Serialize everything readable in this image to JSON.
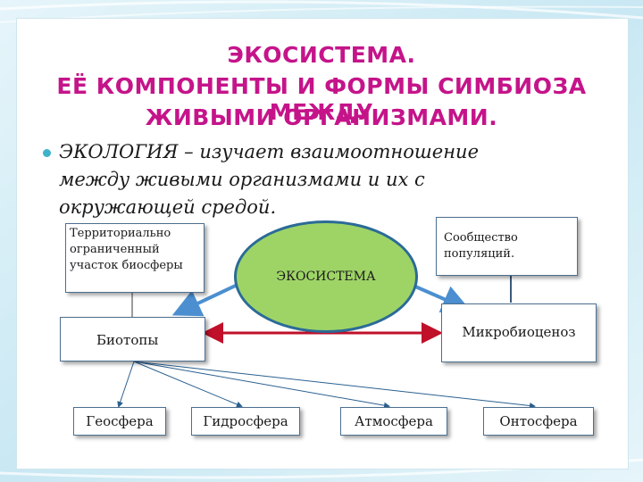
{
  "title_lines": [
    "ЭКОСИСТЕМА.",
    "ЕЁ КОМПОНЕНТЫ И ФОРМЫ СИМБИОЗА МЕЖДУ",
    "ЖИВЫМИ ОРГАНИЗМАМИ."
  ],
  "intro": {
    "term": "ЭКОЛОГИЯ",
    "rest_line1": " – изучает взаимоотношение",
    "line2": "между живыми организмами и их с",
    "line3": "окружающей средой."
  },
  "nodes": {
    "territory": "Территориально ограниченный участок биосферы",
    "community": "Сообщество популяций.",
    "ecosystem": "ЭКОСИСТЕМА",
    "biotopes": "Биотопы",
    "microbiocenosis": "Микробиоценоз",
    "geosphere": "Геосфера",
    "hydrosphere": "Гидросфера",
    "atmosphere": "Атмосфера",
    "ontosphere": "Онтосфера"
  },
  "colors": {
    "title": "#c5148a",
    "ellipse_fill": "#9ed466",
    "ellipse_border": "#2b6b97",
    "arrow_blue": "#4b8fd0",
    "arrow_red": "#c0102a",
    "background_tint": "#bfe3f0"
  }
}
